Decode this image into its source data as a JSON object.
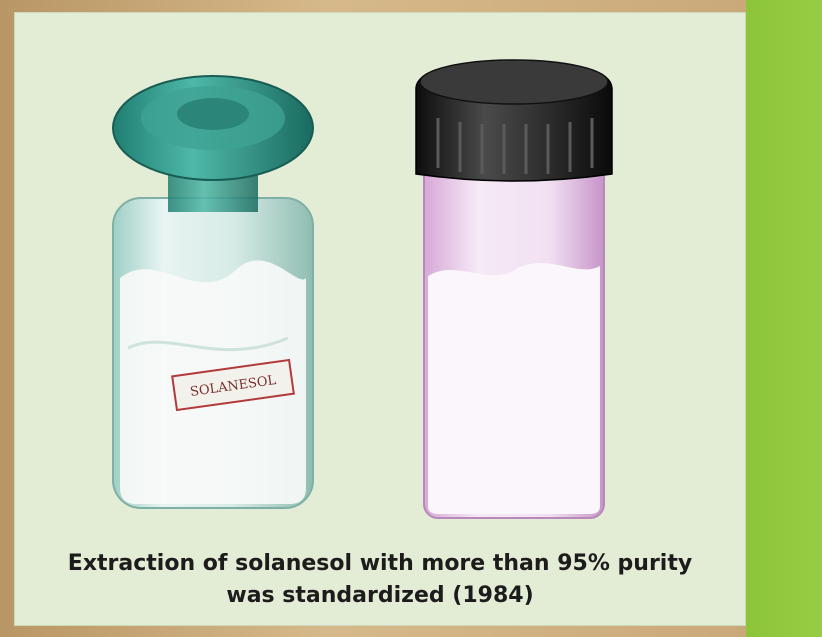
{
  "label": {
    "jar_label": "SOLANESOL"
  },
  "caption": {
    "line1": "Extraction of solanesol  with more than 95% purity",
    "line2": "was standardized (1984)"
  },
  "colors": {
    "panel_background": "#e3ecd4",
    "side_bar": "#93ca40",
    "border": "#c8a676",
    "stopper": "#3fa99a",
    "cap": "#222222"
  }
}
